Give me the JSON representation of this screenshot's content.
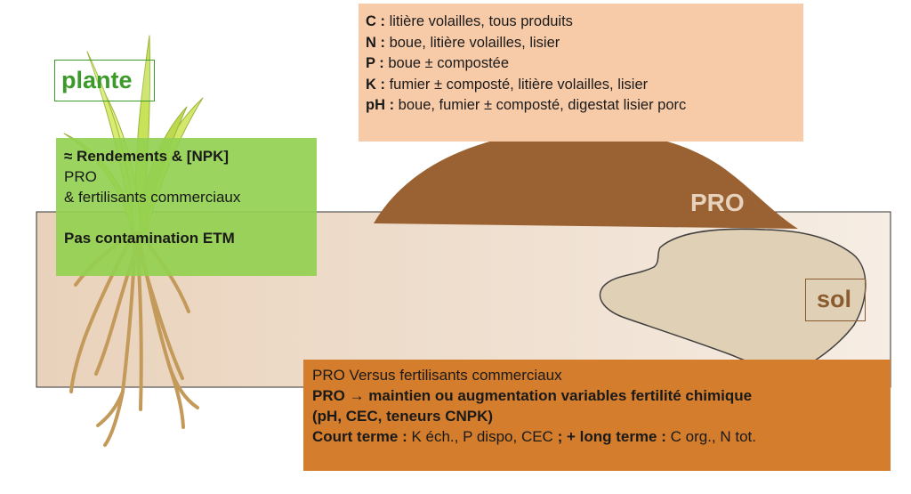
{
  "labels": {
    "plante": "plante",
    "pro": "PRO",
    "sol": "sol"
  },
  "top_box": {
    "lines": [
      {
        "key": "C :",
        "text": " litière volailles, tous produits"
      },
      {
        "key": "N :",
        "text": " boue, litière volailles, lisier"
      },
      {
        "key": "P :",
        "text": " boue ± compostée"
      },
      {
        "key": "K :",
        "text": " fumier ± composté, litière volailles, lisier"
      },
      {
        "key": "pH :",
        "text": " boue, fumier ± composté, digestat lisier porc"
      }
    ]
  },
  "left_box": {
    "title": "≈ Rendements & [NPK]",
    "line1": "PRO",
    "line2": "& fertilisants commerciaux",
    "note": "Pas contamination ETM"
  },
  "bottom_box": {
    "line1": "PRO Versus fertilisants commerciaux",
    "line2": "PRO → maintien ou augmentation variables fertilité chimique",
    "line3": "(pH, CEC, teneurs CNPK)",
    "line4_key1": "Court terme :",
    "line4_text1": " K éch., P dispo, CEC ",
    "line4_key2": "; + long terme :",
    "line4_text2": " C org., N tot."
  },
  "colors": {
    "top_box": "#f8cba8",
    "left_box": "#92d050",
    "bottom_box": "#d47d2c",
    "pro_heap": "#9a6232",
    "soil_clod": "#dfcfb3",
    "soil_band": "#eddcc9"
  }
}
